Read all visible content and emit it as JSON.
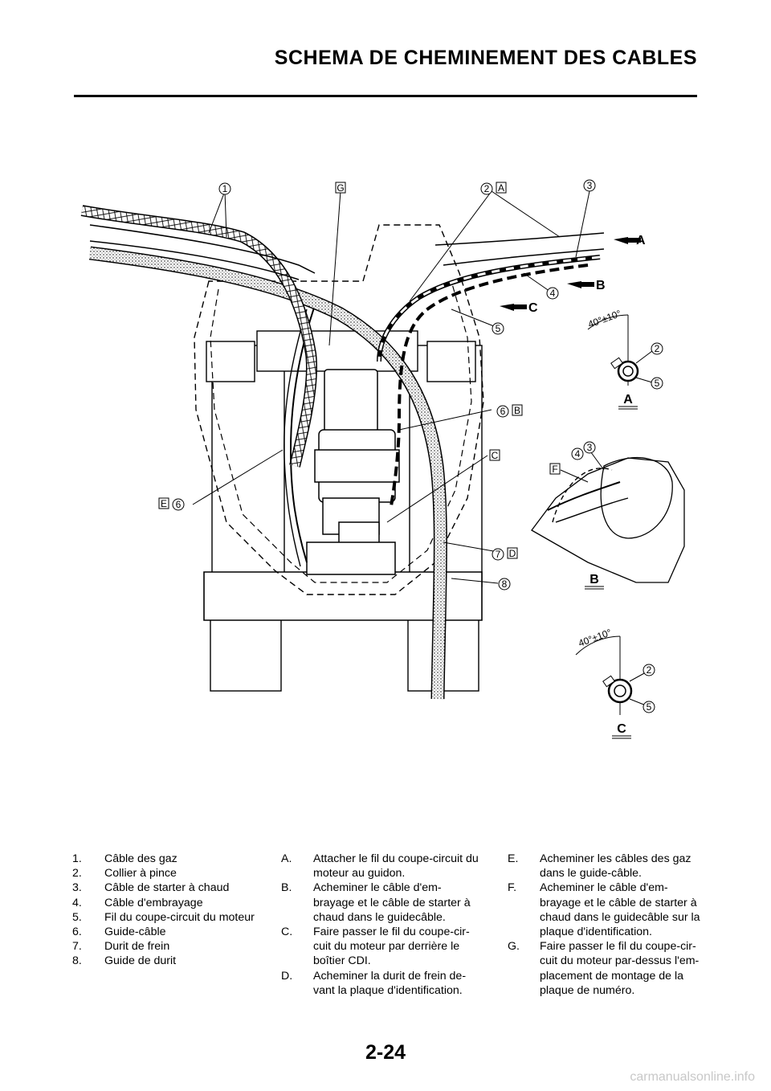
{
  "header": {
    "title": "SCHEMA DE CHEMINEMENT DES CABLES"
  },
  "figure": {
    "callouts": [
      "1",
      "2",
      "3",
      "4",
      "5",
      "6",
      "7",
      "8"
    ],
    "letters": [
      "A",
      "B",
      "C",
      "D",
      "E",
      "F",
      "G"
    ],
    "angle_label": "40°±10°",
    "detail_labels": [
      "A",
      "B",
      "C"
    ]
  },
  "legend_numbers": [
    {
      "num": "1.",
      "text": "Câble des gaz"
    },
    {
      "num": "2.",
      "text": "Collier à pince"
    },
    {
      "num": "3.",
      "text": "Câble de starter à chaud"
    },
    {
      "num": "4.",
      "text": "Câble d'embrayage"
    },
    {
      "num": "5.",
      "text": "Fil du coupe-circuit du moteur"
    },
    {
      "num": "6.",
      "text": "Guide-câble"
    },
    {
      "num": "7.",
      "text": "Durit de frein"
    },
    {
      "num": "8.",
      "text": "Guide de durit"
    }
  ],
  "legend_letters_1": [
    {
      "num": "A.",
      "text": "Attacher le fil du coupe-circuit du moteur au guidon."
    },
    {
      "num": "B.",
      "text": "Acheminer le câble d'em-brayage et le câble de starter à chaud dans le guidecâble."
    },
    {
      "num": "C.",
      "text": "Faire passer le fil du coupe-cir-cuit du moteur par derrière le boîtier CDI."
    },
    {
      "num": "D.",
      "text": "Acheminer la durit de frein de-vant la plaque d'identification."
    }
  ],
  "legend_letters_2": [
    {
      "num": "E.",
      "text": "Acheminer les câbles des gaz dans le guide-câble."
    },
    {
      "num": "F.",
      "text": "Acheminer le câble d'em-brayage et le câble de starter à chaud dans le guidecâble sur la plaque d'identification."
    },
    {
      "num": "G.",
      "text": "Faire passer le fil du coupe-cir-cuit du moteur par-dessus l'em-placement de montage de la plaque de numéro."
    }
  ],
  "footer": {
    "page_number": "2-24",
    "watermark": "carmanualsonline.info"
  }
}
